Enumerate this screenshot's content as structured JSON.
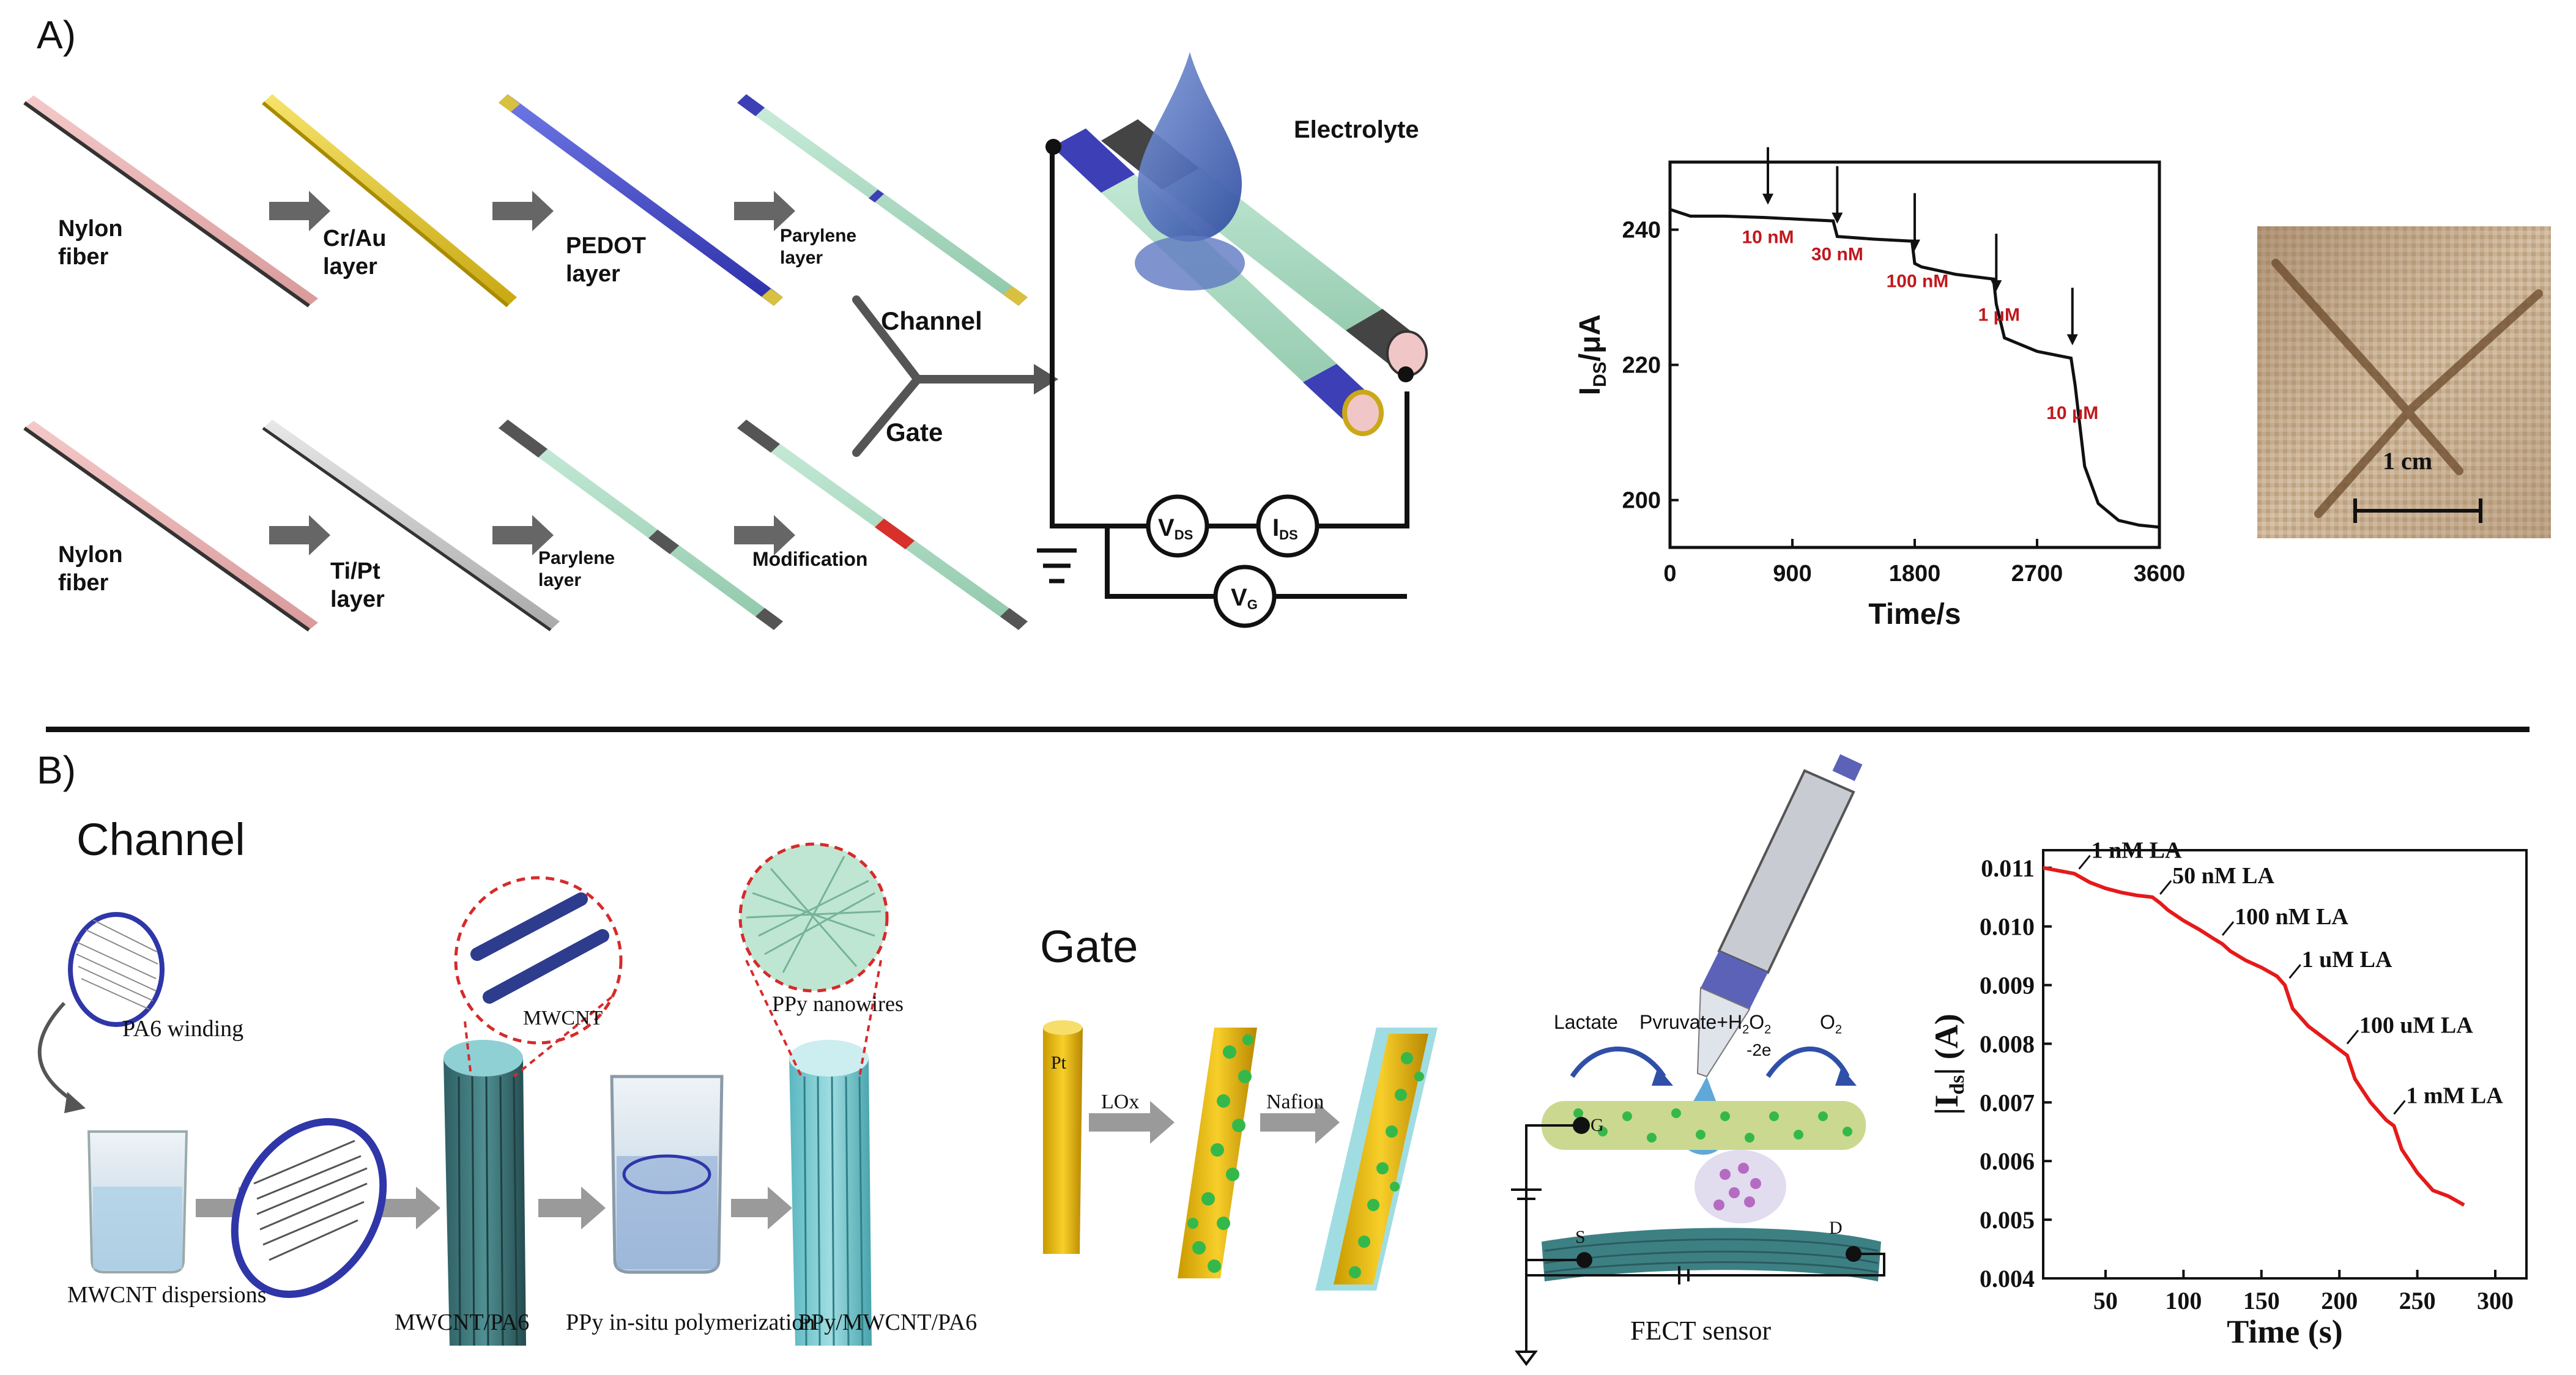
{
  "panel_a": {
    "letter": "A)",
    "top_row": [
      {
        "label": "Nylon\nfiber"
      },
      {
        "label": "Cr/Au\nlayer"
      },
      {
        "label": "PEDOT\nlayer"
      },
      {
        "label": "Parylene\nlayer"
      }
    ],
    "bottom_row": [
      {
        "label": "Nylon\nfiber"
      },
      {
        "label": "Ti/Pt\nlayer"
      },
      {
        "label": "Parylene\nlayer"
      },
      {
        "label": "Modification"
      }
    ],
    "branch_labels": {
      "channel": "Channel",
      "gate": "Gate"
    },
    "device_labels": {
      "electrolyte": "Electrolyte",
      "vds": "V",
      "vds_sub": "DS",
      "ids": "I",
      "ids_sub": "DS",
      "vg": "V",
      "vg_sub": "G"
    },
    "scale_label": "1 cm"
  },
  "panel_b": {
    "letter": "B)",
    "channel_title": "Channel",
    "gate_title": "Gate",
    "labels": {
      "pa6_winding": "PA6 winding",
      "mwcnt_dispersions": "MWCNT dispersions",
      "mwcnt": "MWCNT",
      "mwcnt_pa6": "MWCNT/PA6",
      "ppy_insitu": "PPy in-situ polymerization",
      "ppy_nanowires": "PPy nanowires",
      "ppy_mwcnt_pa6": "PPy/MWCNT/PA6",
      "pt": "Pt",
      "lox": "LOx",
      "nafion": "Nafion",
      "lactate": "Lactate",
      "pyruvate": "Pvruvate+H",
      "h2o2_sub": "2",
      "h2o2_o": "O",
      "e_minus": "-2e",
      "o2": "O",
      "o2_sub": "2",
      "g": "G",
      "s": "S",
      "d": "D",
      "fect": "FECT sensor"
    }
  },
  "chart_data": [
    {
      "type": "line",
      "xlabel": "Time/s",
      "ylabel": "I_DS/μA",
      "xlim": [
        0,
        3600
      ],
      "ylim": [
        193,
        250
      ],
      "xticks": [
        0,
        900,
        1800,
        2700,
        3600
      ],
      "yticks": [
        200,
        220,
        240
      ],
      "series": [
        {
          "x": [
            0,
            150,
            400,
            700,
            1000,
            1200,
            1230,
            1500,
            1780,
            1800,
            1850,
            2100,
            2380,
            2400,
            2460,
            2700,
            2950,
            2980,
            3050,
            3150,
            3300,
            3450,
            3600
          ],
          "y": [
            243,
            242,
            242,
            241.8,
            241.5,
            241.3,
            239,
            238.6,
            238.3,
            235,
            234.5,
            233.4,
            232.7,
            229,
            224,
            222,
            221,
            217,
            205,
            199.5,
            197,
            196.3,
            196
          ]
        }
      ],
      "annotations": [
        {
          "text": "10 nM",
          "x": 720,
          "y": 238
        },
        {
          "text": "30 nM",
          "x": 1230,
          "y": 235.5
        },
        {
          "text": "100 nM",
          "x": 1820,
          "y": 231.5
        },
        {
          "text": "1 μM",
          "x": 2420,
          "y": 226.5
        },
        {
          "text": "10 μM",
          "x": 2960,
          "y": 212
        }
      ],
      "arrows_x": [
        720,
        1230,
        1800,
        2400,
        2960
      ]
    },
    {
      "type": "line",
      "xlabel": "Time (s)",
      "ylabel": "|I_ds| (A)",
      "xlim": [
        10,
        320
      ],
      "ylim": [
        0.004,
        0.0113
      ],
      "xticks": [
        50,
        100,
        150,
        200,
        250,
        300
      ],
      "yticks": [
        0.004,
        0.005,
        0.006,
        0.007,
        0.008,
        0.009,
        0.01,
        0.011
      ],
      "series": [
        {
          "x": [
            10,
            20,
            30,
            40,
            50,
            60,
            70,
            80,
            85,
            90,
            100,
            110,
            120,
            125,
            130,
            140,
            150,
            160,
            165,
            170,
            180,
            190,
            200,
            205,
            210,
            220,
            230,
            235,
            240,
            250,
            260,
            270,
            280
          ],
          "y": [
            0.011,
            0.01095,
            0.0109,
            0.01075,
            0.01065,
            0.01058,
            0.01053,
            0.0105,
            0.0104,
            0.01028,
            0.0101,
            0.00995,
            0.00978,
            0.0097,
            0.00958,
            0.00942,
            0.0093,
            0.00915,
            0.009,
            0.0086,
            0.0083,
            0.0081,
            0.0079,
            0.0078,
            0.0074,
            0.007,
            0.0067,
            0.0066,
            0.0062,
            0.0058,
            0.0055,
            0.0054,
            0.00525
          ]
        }
      ],
      "annotations": [
        {
          "text": "1 nM LA",
          "x": 33,
          "y": 0.01098
        },
        {
          "text": "50 nM LA",
          "x": 85,
          "y": 0.01055
        },
        {
          "text": "100 nM LA",
          "x": 125,
          "y": 0.00985
        },
        {
          "text": "1 uM LA",
          "x": 168,
          "y": 0.00912
        },
        {
          "text": "100 uM LA",
          "x": 205,
          "y": 0.008
        },
        {
          "text": "1 mM LA",
          "x": 235,
          "y": 0.0068
        }
      ]
    }
  ]
}
